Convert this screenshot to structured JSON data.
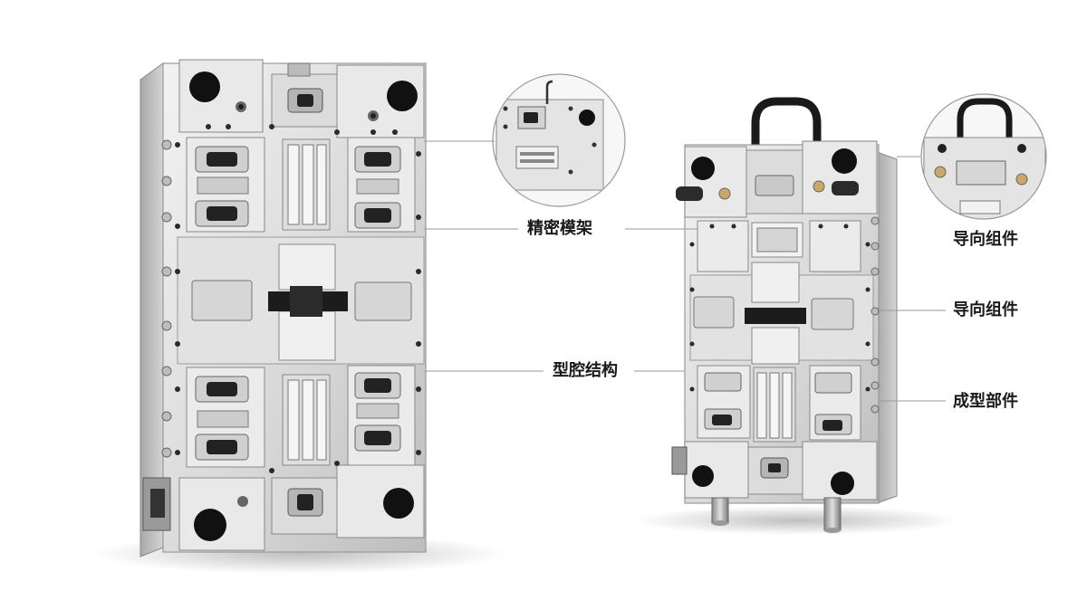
{
  "labels": {
    "precision_mold_base": "精密模架",
    "cavity_structure": "型腔结构",
    "guide_assembly_top": "导向组件",
    "guide_assembly_mid": "导向组件",
    "molding_parts": "成型部件"
  },
  "colors": {
    "background": "#ffffff",
    "steel_light": "#e6e6e6",
    "steel_mid": "#c8c8c8",
    "steel_dark": "#8e8e8e",
    "hole": "#111111",
    "leader_line": "#9a9a9a",
    "label_text": "#1a1a1a"
  }
}
